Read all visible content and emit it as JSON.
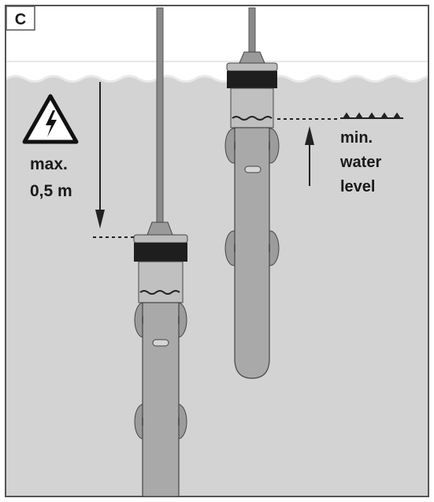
{
  "panel_label": "C",
  "warning": {
    "icon": "high-voltage-warning-icon",
    "text_line1": "max.",
    "text_line2": "0,5 m"
  },
  "min_level": {
    "text_line1": "min.",
    "text_line2": "water",
    "text_line3": "level"
  },
  "colors": {
    "water": "#d3d3d3",
    "heater_tube": "#a9a9a9",
    "heater_cap": "#1e1e1e",
    "outline": "#3a3a3a"
  }
}
